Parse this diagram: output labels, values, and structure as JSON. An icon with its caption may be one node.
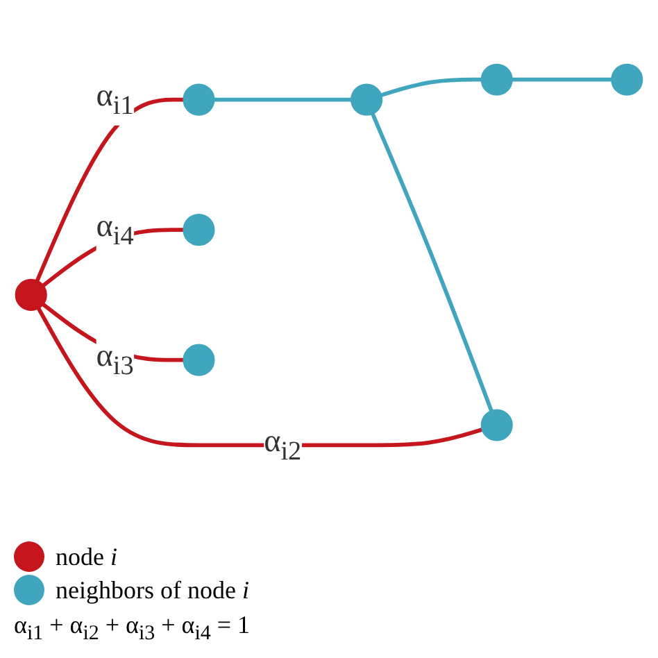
{
  "diagram": {
    "nodes": [
      {
        "text": [],
        "shape": "circle"
      },
      {
        "text": [],
        "shape": "circle"
      },
      {
        "text": [],
        "shape": "circle"
      },
      {
        "text": [],
        "shape": "circle"
      },
      {
        "text": [],
        "shape": "circle"
      },
      {
        "text": [],
        "shape": "circle"
      },
      {
        "text": [],
        "shape": "circle"
      },
      {
        "text": [],
        "shape": "circle"
      }
    ],
    "edges": [
      {
        "from": 2,
        "to": 0,
        "arrow": "none",
        "label": "α$_{i1}$",
        "color": "#c4161c"
      },
      {
        "from": 2,
        "to": 7,
        "arrow": "none",
        "label": "α$_{i2}$",
        "color": "#c4161c"
      },
      {
        "from": 2,
        "to": 6,
        "arrow": "none",
        "label": "α$_{i3}$",
        "color": "#c4161c"
      },
      {
        "from": 2,
        "to": 1,
        "arrow": "none",
        "label": "α$_{i4}$",
        "color": "#c4161c"
      },
      {
        "from": 0,
        "to": 3,
        "arrow": "none",
        "color": "#3fa6bd"
      },
      {
        "from": 3,
        "to": 7,
        "arrow": "none",
        "color": "#3fa6bd"
      },
      {
        "from": 3,
        "to": 5,
        "arrow": "none",
        "color": "#3fa6bd"
      },
      {
        "from": 5,
        "to": 4,
        "arrow": "none",
        "color": "#3fa6bd"
      }
    ],
    "labels": [
      "α$_{i1}$ + α$_{i2}$ + α$_{i3}$ + α$_{i4}$ = 1"
    ],
    "legend": [
      {
        "text": "node *i*",
        "color": "#c4161c"
      },
      {
        "text": "neighbors of node *i*",
        "color": "#3fa6bd"
      }
    ]
  }
}
